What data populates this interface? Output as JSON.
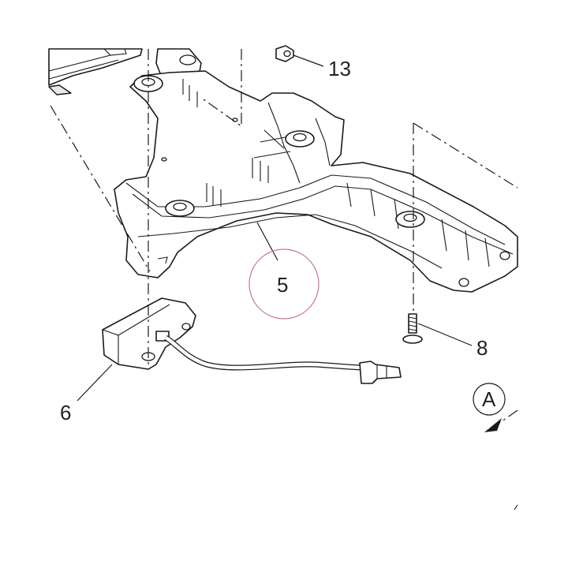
{
  "callouts": {
    "c13": "13",
    "c5": "5",
    "c8": "8",
    "c6": "6",
    "cA": "A"
  },
  "colors": {
    "line": "#1a1a1a",
    "highlight_circle": "#c8788c"
  }
}
